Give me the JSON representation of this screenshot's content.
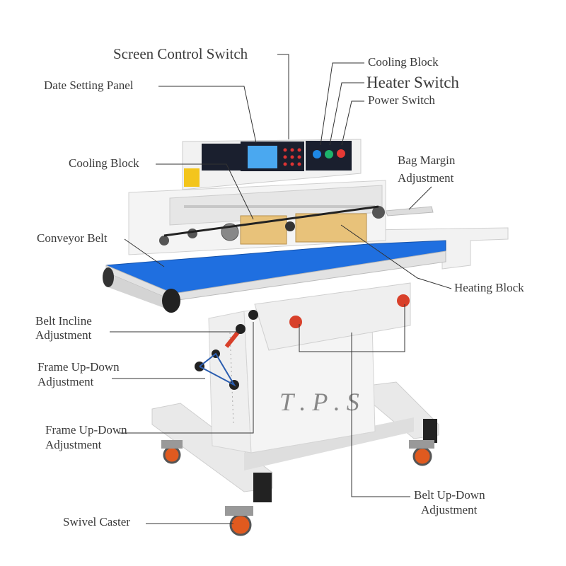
{
  "labels": {
    "screen_control_switch": "Screen Control Switch",
    "date_setting_panel": "Date Setting Panel",
    "cooling_block_top": "Cooling Block",
    "heater_switch": "Heater Switch",
    "power_switch": "Power Switch",
    "cooling_block_left": "Cooling Block",
    "bag_margin_line1": "Bag Margin",
    "bag_margin_line2": "Adjustment",
    "conveyor_belt": "Conveyor Belt",
    "heating_block": "Heating Block",
    "belt_incline_line1": "Belt Incline",
    "belt_incline_line2": "Adjustment",
    "frame_updown_1_line1": "Frame Up-Down",
    "frame_updown_1_line2": "Adjustment",
    "frame_updown_2_line1": "Frame Up-Down",
    "frame_updown_2_line2": "Adjustment",
    "belt_updown_line1": "Belt Up-Down",
    "belt_updown_line2": "Adjustment",
    "swivel_caster": "Swivel Caster"
  },
  "machine": {
    "brand_text": "T . P . S"
  },
  "colors": {
    "belt": "#1f6fe0",
    "panel": "#1a1f2e",
    "screen": "#4aa8f0",
    "cool_button": "#1e88e5",
    "heat_button": "#1db36b",
    "power_button": "#e53935",
    "knob": "#d8402a",
    "heating_block": "#e8c27a",
    "frame": "#ececec"
  }
}
